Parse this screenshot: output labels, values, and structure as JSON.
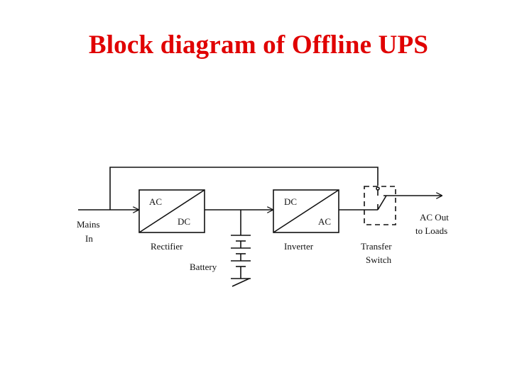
{
  "title": "Block diagram of Offline UPS",
  "colors": {
    "title": "#e00000",
    "line": "#111111"
  },
  "labels": {
    "mains_line1": "Mains",
    "mains_line2": "In",
    "rectifier": "Rectifier",
    "rectifier_in": "AC",
    "rectifier_out": "DC",
    "inverter": "Inverter",
    "inverter_in": "DC",
    "inverter_out": "AC",
    "battery": "Battery",
    "switch_line1": "Transfer",
    "switch_line2": "Switch",
    "output_line1": "AC Out",
    "output_line2": "to Loads"
  }
}
